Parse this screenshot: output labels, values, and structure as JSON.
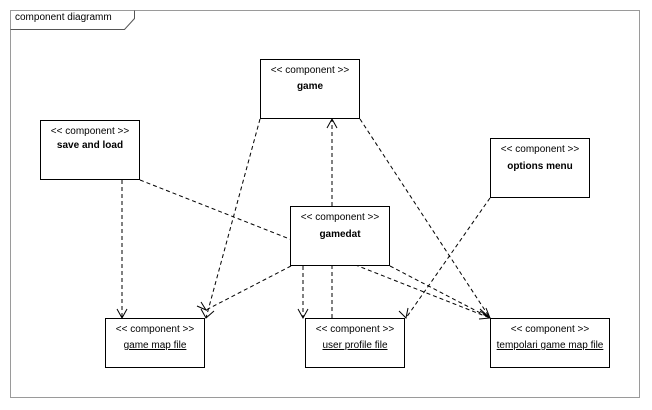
{
  "diagram": {
    "frame_label": "component diagramm",
    "stereotype": "<< component >>",
    "components": [
      {
        "id": "game",
        "name": "game"
      },
      {
        "id": "save_and_load",
        "name": "save and load"
      },
      {
        "id": "options_menu",
        "name": "options menu"
      },
      {
        "id": "gamedat",
        "name": "gamedat"
      },
      {
        "id": "game_map_file",
        "name": "game map file"
      },
      {
        "id": "user_profile_file",
        "name": "user profile file"
      },
      {
        "id": "temporal_game_map_file",
        "name": "tempolari game map file"
      }
    ],
    "dependencies": [
      {
        "from": "game",
        "to": "game_map_file"
      },
      {
        "from": "game",
        "to": "temporal_game_map_file"
      },
      {
        "from": "save_and_load",
        "to": "game_map_file"
      },
      {
        "from": "save_and_load",
        "to": "temporal_game_map_file"
      },
      {
        "from": "options_menu",
        "to": "user_profile_file"
      },
      {
        "from": "gamedat",
        "to": "game_map_file"
      },
      {
        "from": "gamedat",
        "to": "user_profile_file"
      },
      {
        "from": "gamedat",
        "to": "temporal_game_map_file"
      },
      {
        "from": "user_profile_file",
        "to": "game"
      }
    ]
  }
}
